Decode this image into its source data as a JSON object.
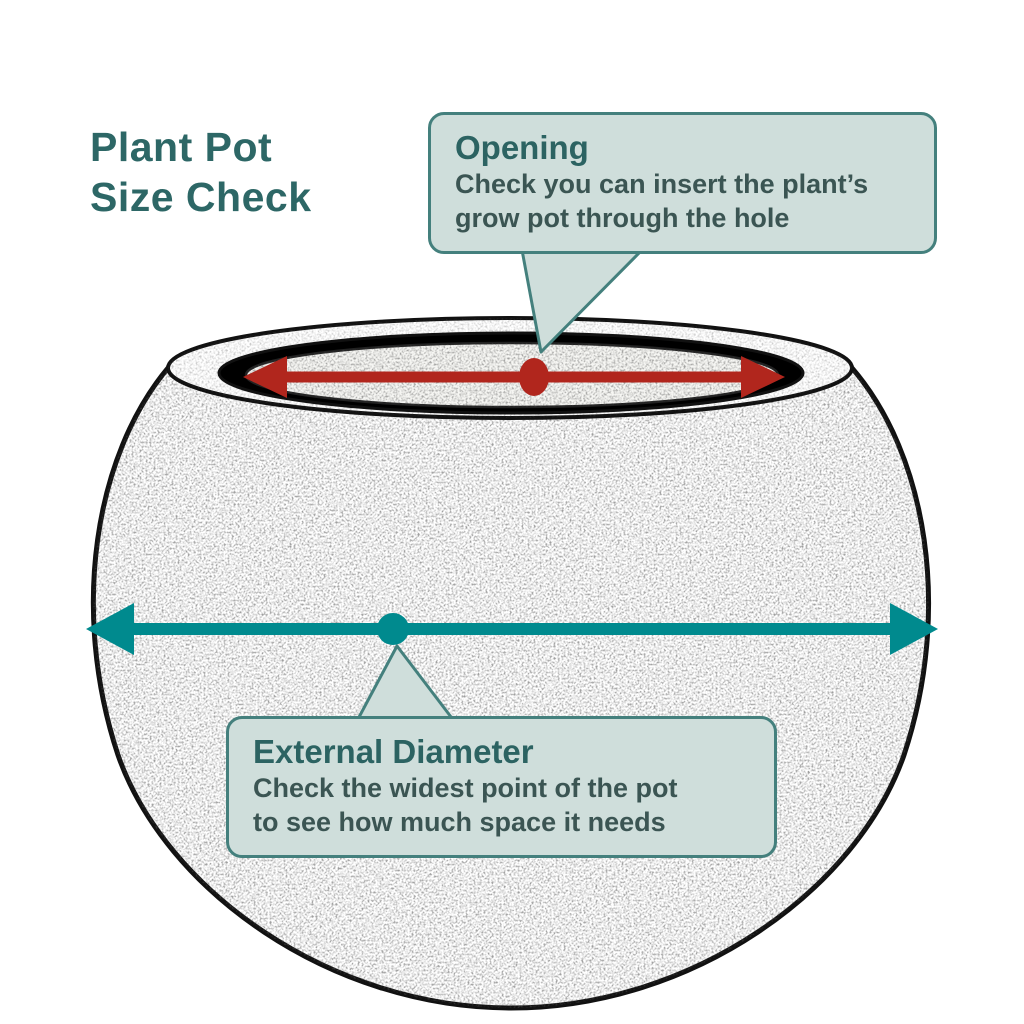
{
  "title": {
    "line1": "Plant Pot",
    "line2": "Size Check"
  },
  "callouts": {
    "opening": {
      "title": "Opening",
      "line1": "Check you can insert the plant’s",
      "line2": "grow pot through the hole"
    },
    "external_diameter": {
      "title": "External Diameter",
      "line1": "Check the widest point of the pot",
      "line2": "to see how much space it needs"
    }
  },
  "diagram": {
    "type": "annotated-illustration",
    "subject": "round plant pot sketch",
    "measurements": [
      {
        "name": "Opening",
        "arrow_color": "#b1261d",
        "marker": "red-dot"
      },
      {
        "name": "External Diameter",
        "arrow_color": "#008a8e",
        "marker": "teal-dot"
      }
    ]
  },
  "colors": {
    "title_text": "#2d6766",
    "callout_bg": "#cfdedb",
    "callout_border": "#44807d",
    "callout_title_text": "#2c6362",
    "callout_body_text": "#3b5553",
    "accent_red": "#b1261d",
    "accent_teal": "#008a8e",
    "sketch_line": "#111111"
  }
}
